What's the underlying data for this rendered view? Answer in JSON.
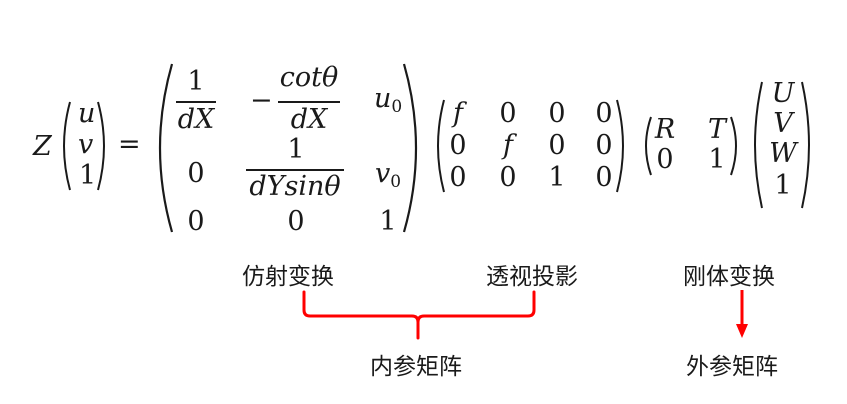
{
  "equation": {
    "lhs": {
      "scale": "Z",
      "vector": [
        "u",
        "v",
        "1"
      ],
      "equals": "="
    },
    "intrinsic_affine_matrix": {
      "r1": {
        "c1_num": "1",
        "c1_den": "dX",
        "c2_sign": "−",
        "c2_num": "cotθ",
        "c2_den": "dX",
        "c3": "u",
        "c3_sub": "0"
      },
      "r2": {
        "c1": "0",
        "c2_num": "1",
        "c2_den": "dYsinθ",
        "c3": "v",
        "c3_sub": "0"
      },
      "r3": {
        "c1": "0",
        "c2": "0",
        "c3": "1"
      }
    },
    "perspective_matrix": {
      "rows": [
        [
          "f",
          "0",
          "0",
          "0"
        ],
        [
          "0",
          "f",
          "0",
          "0"
        ],
        [
          "0",
          "0",
          "1",
          "0"
        ]
      ]
    },
    "rigid_matrix": {
      "rows": [
        [
          "R",
          "T"
        ],
        [
          "0",
          "1"
        ]
      ]
    },
    "world_vector": [
      "U",
      "V",
      "W",
      "1"
    ]
  },
  "annotations": {
    "affine_label": "仿射变换",
    "perspective_label": "透视投影",
    "rigid_label": "刚体变换",
    "intrinsic_label": "内参矩阵",
    "extrinsic_label": "外参矩阵",
    "accent_color": "#ff0000"
  }
}
